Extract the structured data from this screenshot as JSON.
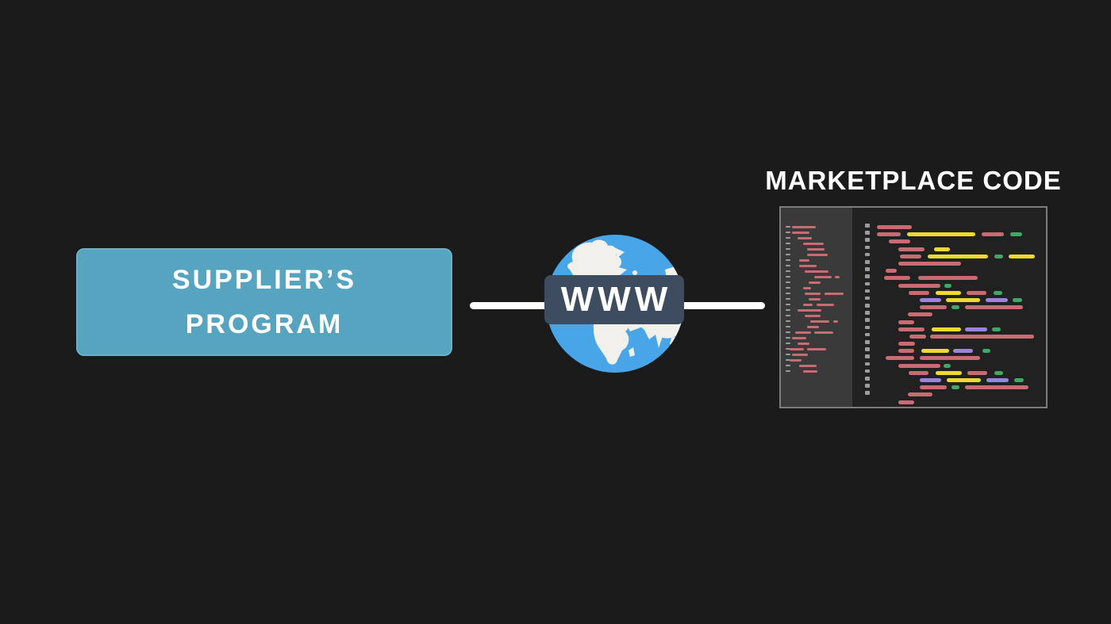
{
  "page": {
    "background": "#1b1b1b"
  },
  "supplier_box": {
    "line1": "SUPPLIER’S",
    "line2": "PROGRAM",
    "bg": "#57a4c0",
    "text_color": "#ffffff"
  },
  "connectors": {
    "color": "#ffffff"
  },
  "www": {
    "label": "WWW",
    "banner_color": "#3d4c5e",
    "globe_ocean_color": "#47a5e8",
    "globe_land_color": "#f2f0ea"
  },
  "marketplace": {
    "title": "MARKETPLACE CODE",
    "editor": {
      "border_color": "#7c7c7c",
      "main_bg": "#212121",
      "sidebar_bg": "#3a3a3a",
      "gutter_color": "#9c9c9c",
      "palette": {
        "r": "#c96b73",
        "y": "#eeda2e",
        "g": "#3fa865",
        "p": "#9c84de"
      },
      "sidebar_gutter_marks": 27,
      "main_gutter_marks": 24,
      "sidebar_rows": [
        [
          {
            "c": "r",
            "x": 14,
            "w": 30
          }
        ],
        [
          {
            "c": "r",
            "x": 14,
            "w": 22
          }
        ],
        [
          {
            "c": "r",
            "x": 21,
            "w": 18
          }
        ],
        [
          {
            "c": "r",
            "x": 28,
            "w": 26
          }
        ],
        [
          {
            "c": "r",
            "x": 33,
            "w": 22
          }
        ],
        [
          {
            "c": "r",
            "x": 33,
            "w": 26
          }
        ],
        [
          {
            "c": "r",
            "x": 23,
            "w": 13
          }
        ],
        [
          {
            "c": "r",
            "x": 23,
            "w": 22
          }
        ],
        [
          {
            "c": "r",
            "x": 30,
            "w": 30
          }
        ],
        [
          {
            "c": "r",
            "x": 42,
            "w": 22
          },
          {
            "c": "r",
            "x": 4,
            "w": 6
          }
        ],
        [
          {
            "c": "r",
            "x": 35,
            "w": 15
          }
        ],
        [
          {
            "c": "r",
            "x": 28,
            "w": 10
          }
        ],
        [
          {
            "c": "r",
            "x": 30,
            "w": 20
          },
          {
            "c": "r",
            "x": 5,
            "w": 24
          }
        ],
        [
          {
            "c": "r",
            "x": 35,
            "w": 15
          }
        ],
        [
          {
            "c": "r",
            "x": 28,
            "w": 12
          },
          {
            "c": "r",
            "x": 5,
            "w": 22
          }
        ],
        [
          {
            "c": "r",
            "x": 21,
            "w": 30
          }
        ],
        [
          {
            "c": "r",
            "x": 30,
            "w": 20
          }
        ],
        [
          {
            "c": "r",
            "x": 37,
            "w": 24
          },
          {
            "c": "r",
            "x": 5,
            "w": 6
          }
        ],
        [
          {
            "c": "r",
            "x": 33,
            "w": 15
          }
        ],
        [
          {
            "c": "r",
            "x": 18,
            "w": 20
          },
          {
            "c": "r",
            "x": 4,
            "w": 24
          }
        ],
        [
          {
            "c": "r",
            "x": 14,
            "w": 18
          }
        ],
        [
          {
            "c": "r",
            "x": 21,
            "w": 15
          }
        ],
        [
          {
            "c": "r",
            "x": 11,
            "w": 18
          },
          {
            "c": "r",
            "x": 4,
            "w": 24
          }
        ],
        [
          {
            "c": "r",
            "x": 14,
            "w": 20
          }
        ],
        [
          {
            "c": "r",
            "x": 11,
            "w": 15
          }
        ],
        [
          {
            "c": "r",
            "x": 23,
            "w": 22
          }
        ],
        [
          {
            "c": "r",
            "x": 28,
            "w": 18
          }
        ]
      ],
      "main_rows": [
        [
          {
            "c": "r",
            "x": 0,
            "w": 44
          }
        ],
        [
          {
            "c": "r",
            "x": 0,
            "w": 30
          },
          {
            "c": "y",
            "x": 8,
            "w": 86
          },
          {
            "c": "r",
            "x": 8,
            "w": 28
          },
          {
            "c": "g",
            "x": 8,
            "w": 15
          }
        ],
        [
          {
            "c": "r",
            "x": 15,
            "w": 27
          }
        ],
        [
          {
            "c": "r",
            "x": 27,
            "w": 33
          },
          {
            "c": "y",
            "x": 12,
            "w": 20
          }
        ],
        [
          {
            "c": "r",
            "x": 29,
            "w": 27
          },
          {
            "c": "y",
            "x": 8,
            "w": 76
          },
          {
            "c": "g",
            "x": 8,
            "w": 11
          },
          {
            "c": "y",
            "x": 7,
            "w": 33
          }
        ],
        [
          {
            "c": "r",
            "x": 27,
            "w": 79
          }
        ],
        [
          {
            "c": "r",
            "x": 11,
            "w": 14
          }
        ],
        [
          {
            "c": "r",
            "x": 9,
            "w": 33
          },
          {
            "c": "r",
            "x": 10,
            "w": 75
          }
        ],
        [
          {
            "c": "r",
            "x": 27,
            "w": 53
          },
          {
            "c": "g",
            "x": 5,
            "w": 9
          }
        ],
        [
          {
            "c": "r",
            "x": 40,
            "w": 26
          },
          {
            "c": "y",
            "x": 8,
            "w": 32
          },
          {
            "c": "r",
            "x": 7,
            "w": 25
          },
          {
            "c": "g",
            "x": 9,
            "w": 11
          }
        ],
        [
          {
            "c": "p",
            "x": 54,
            "w": 27
          },
          {
            "c": "y",
            "x": 6,
            "w": 43
          },
          {
            "c": "p",
            "x": 7,
            "w": 28
          },
          {
            "c": "g",
            "x": 6,
            "w": 12
          }
        ],
        [
          {
            "c": "r",
            "x": 54,
            "w": 34
          },
          {
            "c": "g",
            "x": 6,
            "w": 10
          },
          {
            "c": "r",
            "x": 7,
            "w": 73
          }
        ],
        [
          {
            "c": "r",
            "x": 39,
            "w": 31
          }
        ],
        [
          {
            "c": "r",
            "x": 27,
            "w": 20
          }
        ],
        [
          {
            "c": "r",
            "x": 27,
            "w": 33
          },
          {
            "c": "y",
            "x": 9,
            "w": 37
          },
          {
            "c": "p",
            "x": 5,
            "w": 28
          },
          {
            "c": "g",
            "x": 6,
            "w": 11
          }
        ],
        [
          {
            "c": "r",
            "x": 41,
            "w": 21
          },
          {
            "c": "r",
            "x": 5,
            "w": 131
          }
        ],
        [
          {
            "c": "r",
            "x": 27,
            "w": 21
          }
        ],
        [
          {
            "c": "r",
            "x": 27,
            "w": 20
          },
          {
            "c": "y",
            "x": 9,
            "w": 35
          },
          {
            "c": "p",
            "x": 5,
            "w": 25
          },
          {
            "c": "g",
            "x": 12,
            "w": 10
          }
        ],
        [
          {
            "c": "r",
            "x": 11,
            "w": 36
          },
          {
            "c": "r",
            "x": 7,
            "w": 76
          }
        ],
        [
          {
            "c": "r",
            "x": 27,
            "w": 53
          },
          {
            "c": "g",
            "x": 4,
            "w": 9
          }
        ],
        [
          {
            "c": "r",
            "x": 40,
            "w": 25
          },
          {
            "c": "y",
            "x": 9,
            "w": 33
          },
          {
            "c": "r",
            "x": 7,
            "w": 25
          },
          {
            "c": "g",
            "x": 9,
            "w": 11
          }
        ],
        [
          {
            "c": "p",
            "x": 54,
            "w": 27
          },
          {
            "c": "y",
            "x": 7,
            "w": 43
          },
          {
            "c": "p",
            "x": 7,
            "w": 28
          },
          {
            "c": "g",
            "x": 7,
            "w": 12
          }
        ],
        [
          {
            "c": "r",
            "x": 54,
            "w": 34
          },
          {
            "c": "g",
            "x": 6,
            "w": 10
          },
          {
            "c": "r",
            "x": 7,
            "w": 80
          }
        ],
        [
          {
            "c": "r",
            "x": 39,
            "w": 31
          }
        ],
        [
          {
            "c": "r",
            "x": 27,
            "w": 20
          }
        ]
      ]
    }
  }
}
